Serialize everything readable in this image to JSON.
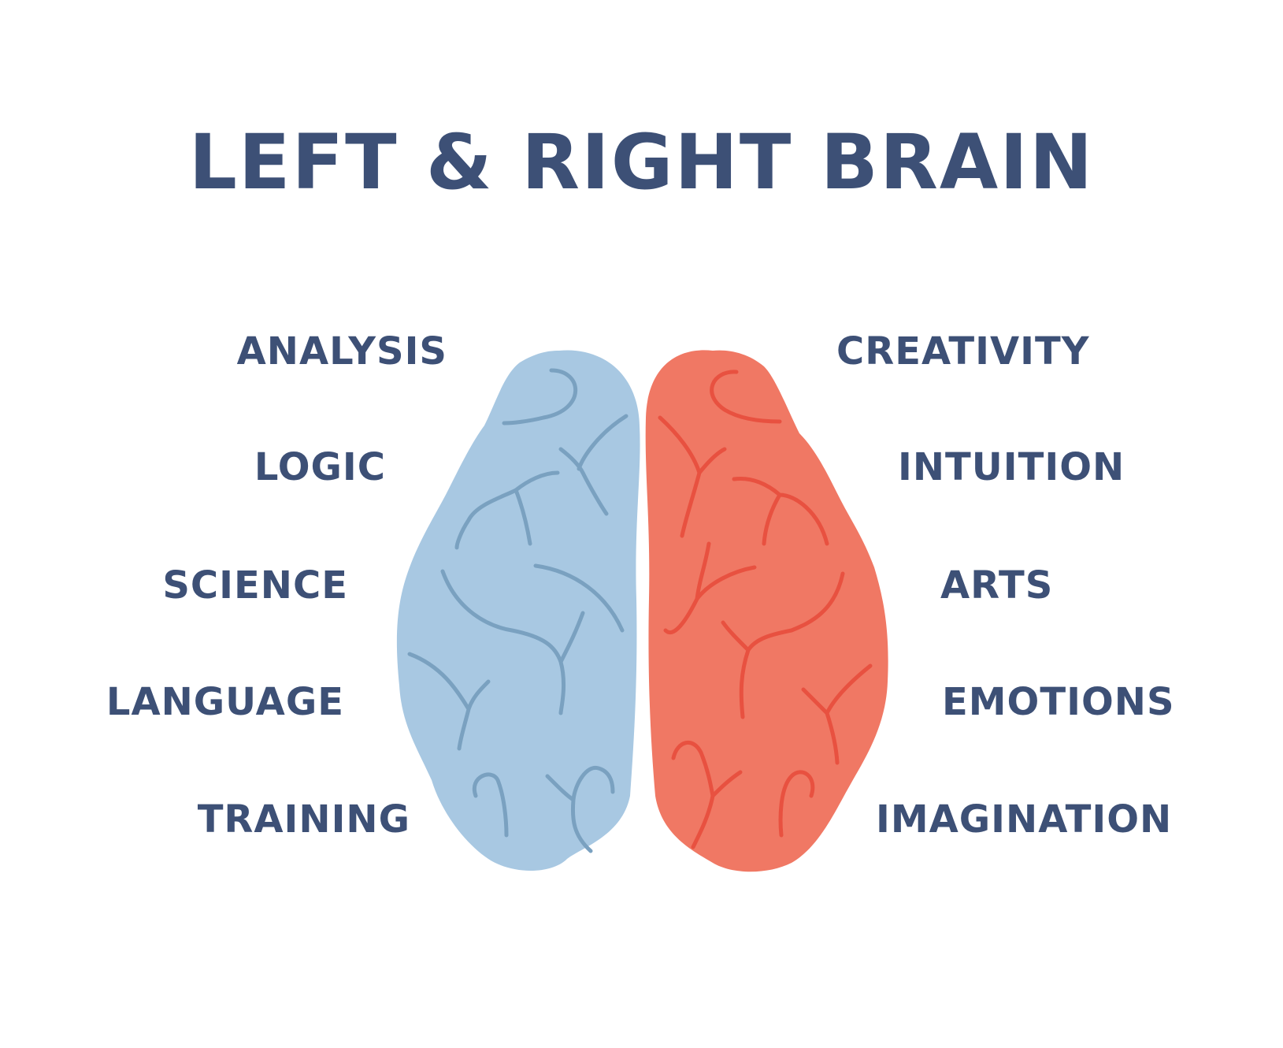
{
  "title": "LEFT & RIGHT BRAIN",
  "colors": {
    "text": "#3d5076",
    "left_hemisphere": "#a8c8e2",
    "left_lines": "#7aa1c0",
    "right_hemisphere": "#f07864",
    "right_lines": "#e85140"
  },
  "left": {
    "hemisphere": "left-brain",
    "labels": [
      "ANALYSIS",
      "LOGIC",
      "SCIENCE",
      "LANGUAGE",
      "TRAINING"
    ]
  },
  "right": {
    "hemisphere": "right-brain",
    "labels": [
      "CREATIVITY",
      "INTUITION",
      "ARTS",
      "EMOTIONS",
      "IMAGINATION"
    ]
  }
}
